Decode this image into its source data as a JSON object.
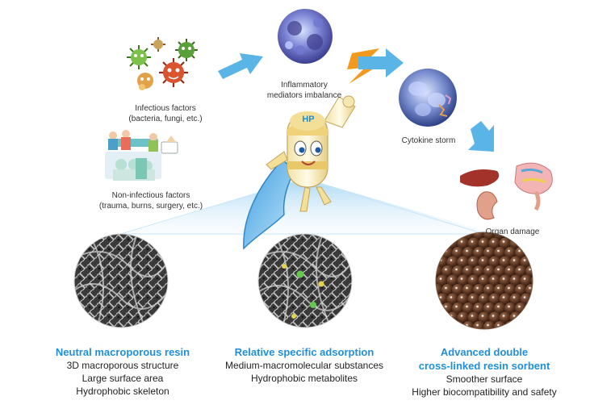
{
  "nodes": {
    "infectious": {
      "title": "Infectious factors",
      "detail": "(bacteria, fungi, etc.)"
    },
    "noninfectious": {
      "title": "Non-infectious factors",
      "detail": "(trauma, burns, surgery, etc.)"
    },
    "inflammatory": {
      "line1": "Inflammatory",
      "line2": "mediators imbalance"
    },
    "cytokine": {
      "title": "Cytokine storm"
    },
    "organ": {
      "title": "Organ damage"
    }
  },
  "mascot": {
    "cap_text": "HP"
  },
  "features": [
    {
      "title": "Neutral macroporous resin",
      "lines": [
        "3D macroporous structure",
        "Large surface area",
        "Hydrophobic skeleton"
      ]
    },
    {
      "title": "Relative specific adsorption",
      "lines": [
        "Medium-macromolecular substances",
        "Hydrophobic metabolites"
      ]
    },
    {
      "title_line1": "Advanced double",
      "title_line2": "cross-linked resin sorbent",
      "lines": [
        "Smoother surface",
        "Higher biocompatibility and safety"
      ]
    }
  ],
  "colors": {
    "arrow": "#5ab4e5",
    "heading": "#1f8fd8",
    "bolt": "#f39a1e",
    "beam": "#a9d8f5"
  }
}
